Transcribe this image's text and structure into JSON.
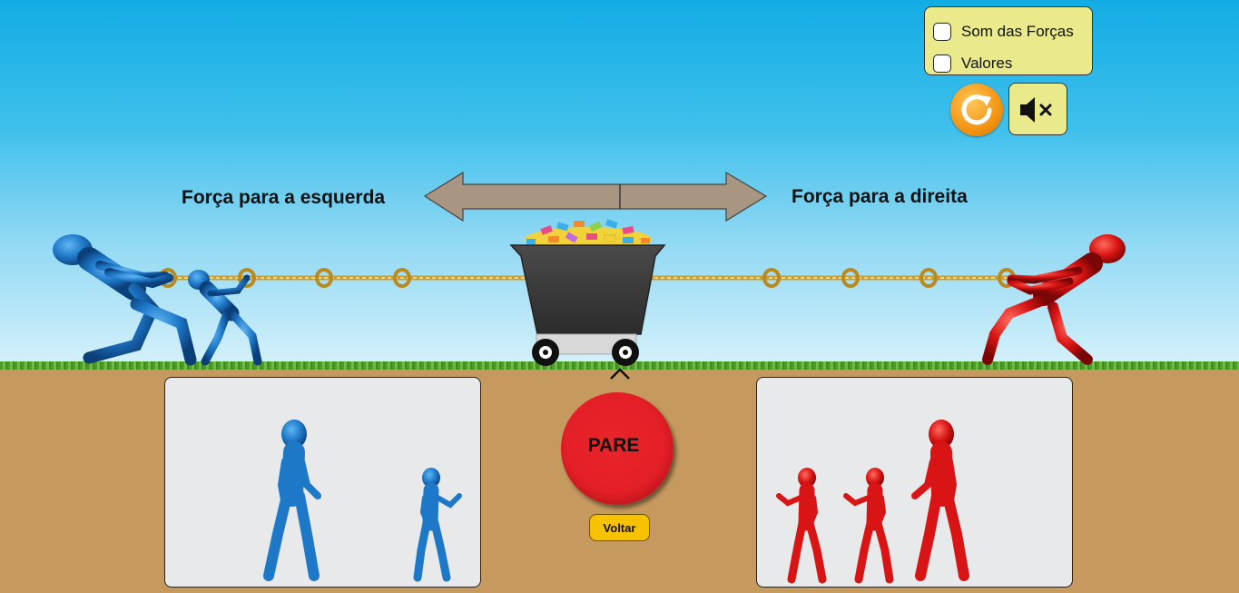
{
  "options": {
    "sum_of_forces_label": "Som das Forças",
    "values_label": "Valores"
  },
  "icons": {
    "reset": "reset-icon",
    "sound": "speaker-muted-icon"
  },
  "labels": {
    "force_left": "Força para a esquerda",
    "force_right": "Força para  a direita"
  },
  "buttons": {
    "pare": "PARE",
    "voltar": "Voltar"
  },
  "colors": {
    "blue_team": "#1e78c8",
    "red_team": "#d81414",
    "panel_yellow": "#eaea8c",
    "reset_orange": "#f39312",
    "pare_red": "#e41f27"
  }
}
